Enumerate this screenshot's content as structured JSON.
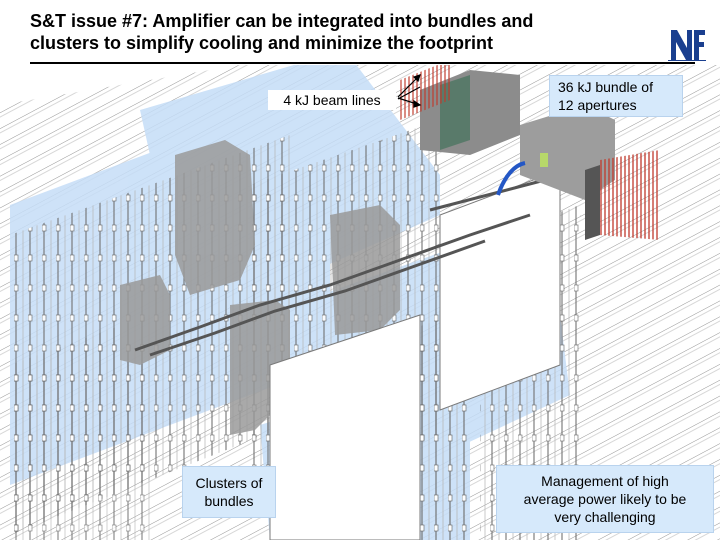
{
  "slide": {
    "title_line1": "S&T issue #7: Amplifier can be integrated into bundles and",
    "title_line2": "clusters to simplify cooling and minimize the footprint",
    "logo_icon": "nif-logo-icon"
  },
  "callouts": {
    "beam_lines": "4 kJ beam lines",
    "bundle_line1": "36 kJ bundle of",
    "bundle_line2": "12 apertures",
    "clusters_line1": "Clusters of",
    "clusters_line2": "bundles",
    "management_line1": "Management of high",
    "management_line2": "average power likely to be",
    "management_line3": "very challenging"
  },
  "colors": {
    "callout_fill": "#d6e9fb",
    "highlight_blue": "#c5ddf7",
    "panel_gray": "#9a9a9a",
    "beam_red": "#c0392b",
    "logo_blue": "#1a3f8f"
  }
}
